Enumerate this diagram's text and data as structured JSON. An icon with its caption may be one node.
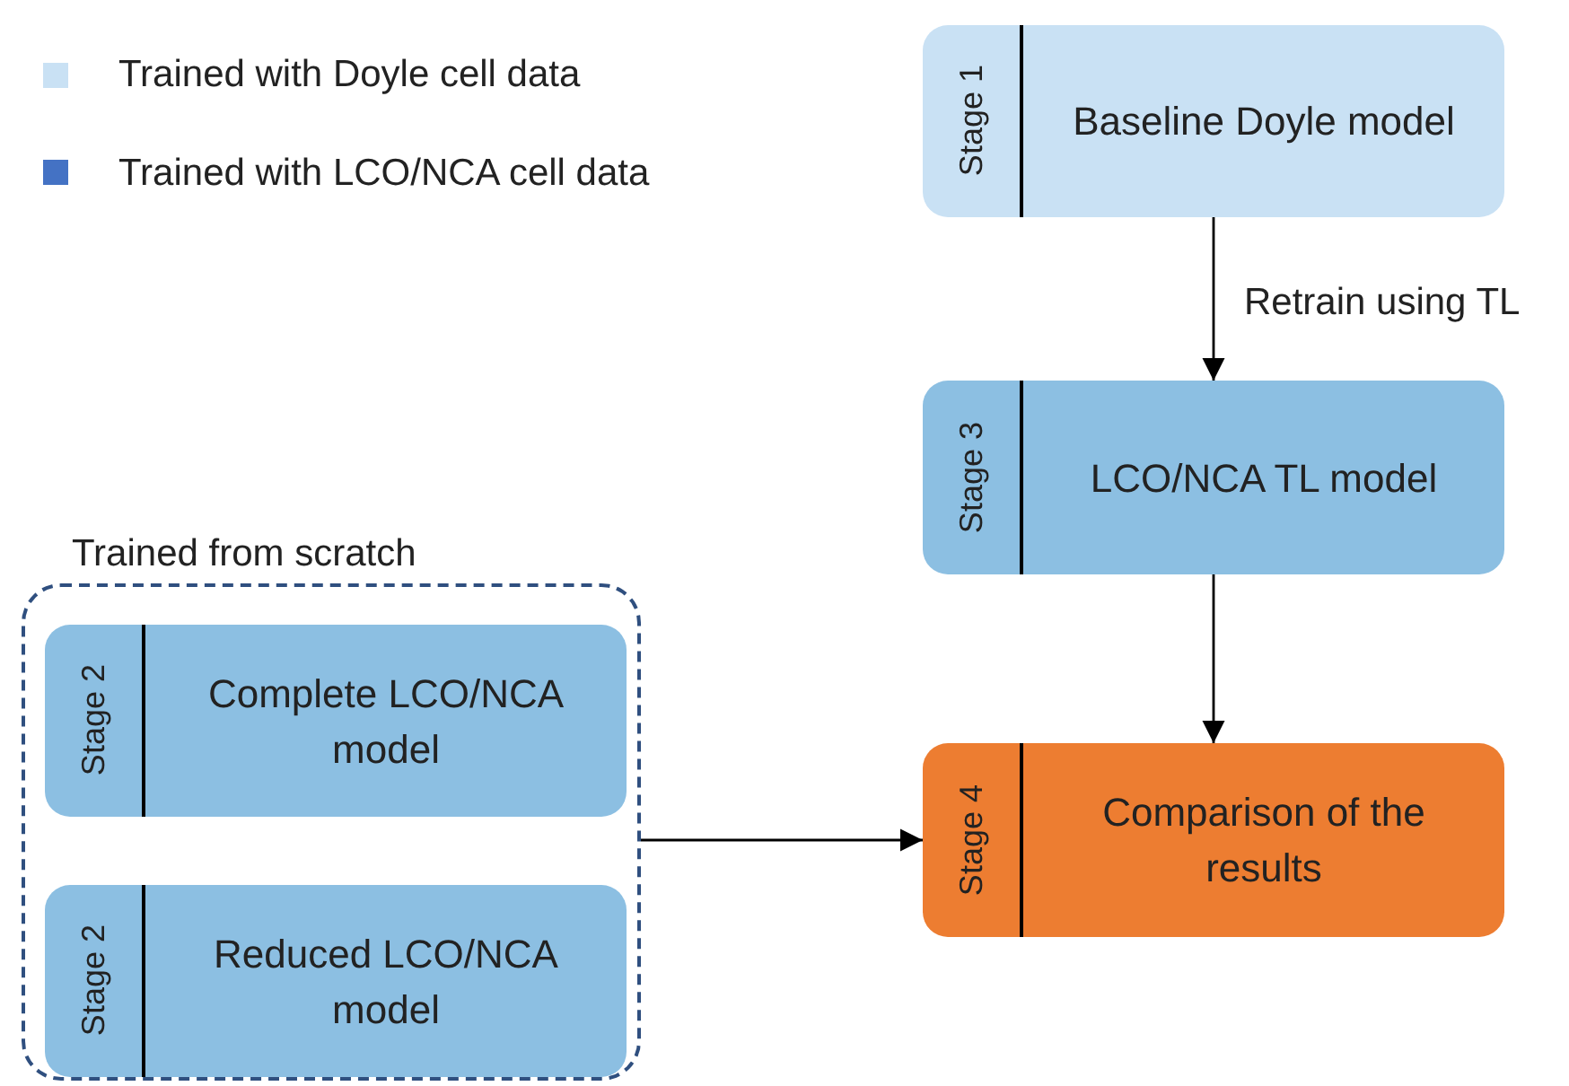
{
  "diagram": {
    "nodes": [
      {
        "text": [
          "Stage 1",
          "Baseline Doyle model"
        ]
      },
      {
        "text": [
          "Stage 3",
          "LCO/NCA TL model"
        ]
      },
      {
        "text": [
          "Trained from scratch"
        ]
      },
      {
        "text": [
          "Stage 2",
          "Complete LCO/NCA model"
        ],
        "in": 2
      },
      {
        "text": [
          "Stage 2",
          "Reduced LCO/NCA model"
        ],
        "in": 2
      },
      {
        "text": [
          "Stage 4",
          "Comparison of the results"
        ]
      }
    ],
    "edges": [
      {
        "from": 0,
        "to": 1,
        "arrow": "to",
        "label": "Retrain using TL"
      },
      {
        "from": 1,
        "to": 5,
        "arrow": "to"
      },
      {
        "from": 2,
        "to": 5,
        "arrow": "to"
      }
    ],
    "legend": [
      {
        "text": "Trained with Doyle cell data",
        "color": "#c9e1f4"
      },
      {
        "text": "Trained with LCO/NCA cell data",
        "color": "#4472c4"
      }
    ]
  }
}
